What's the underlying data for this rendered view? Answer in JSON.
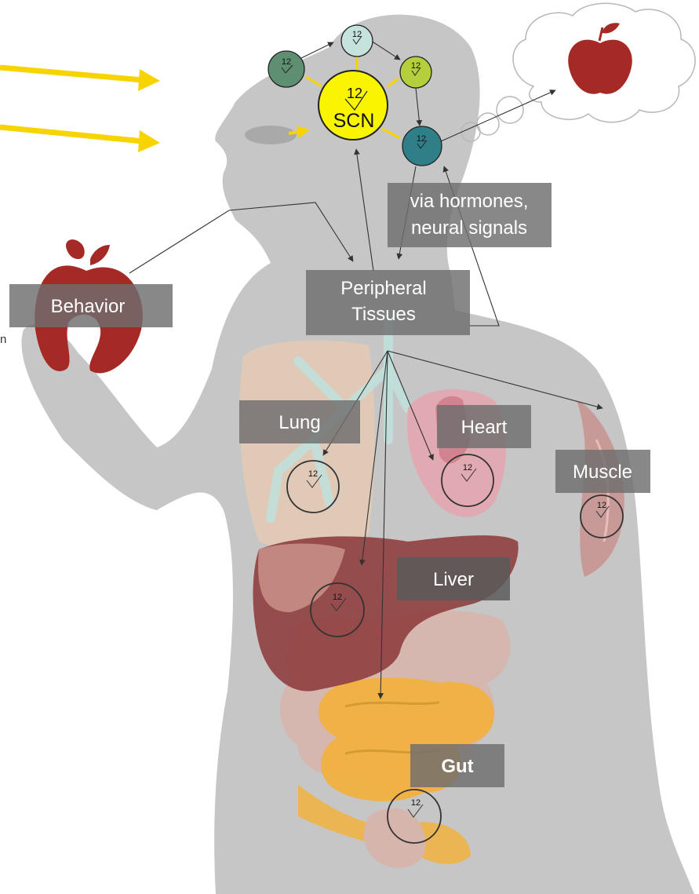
{
  "labels": {
    "scn": "SCN",
    "hormones_line1": "via hormones,",
    "hormones_line2": "neural signals",
    "peripheral_line1": "Peripheral",
    "peripheral_line2": "Tissues",
    "behavior": "Behavior",
    "lung": "Lung",
    "heart": "Heart",
    "muscle": "Muscle",
    "liver": "Liver",
    "gut": "Gut",
    "clipped_char": "n"
  },
  "clock_number": "12",
  "clocks": {
    "scn": "12",
    "top_center": "12",
    "top_left": "12",
    "top_right": "12",
    "lower_right": "12",
    "lung": "12",
    "heart": "12",
    "muscle": "12",
    "liver": "12",
    "gut": "12"
  },
  "colors": {
    "body": "#c6c6c6",
    "light_arrow": "#f7d400",
    "scn": "#f9f500",
    "apple": "#a52a25",
    "node_top_left": "#5e8f72",
    "node_top_center": "#c5e2dc",
    "node_top_right": "#b3cf3c",
    "node_lower_right": "#2e7f88",
    "liver": "#8f3e3e",
    "gut": "#f1b140",
    "intestine": "#d6b5ac",
    "lung": "#e8c9b2",
    "heart": "#e5a3ad",
    "muscle": "#c78e8b"
  }
}
